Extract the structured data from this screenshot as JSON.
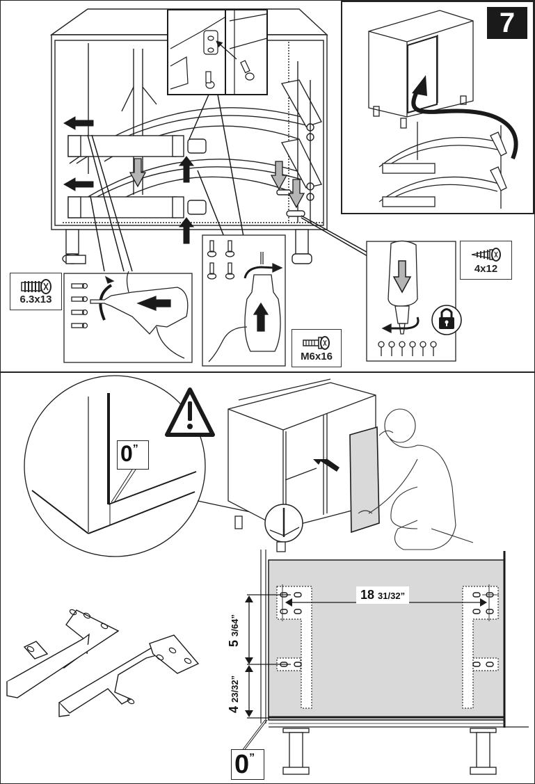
{
  "document": {
    "type": "assembly-instructions",
    "step_number": "7"
  },
  "panels": {
    "top": {
      "hardware": [
        {
          "name": "screw-6.3x13",
          "label": "6.3x13",
          "icon": "coarse-screw-icon"
        },
        {
          "name": "bolt-m6x16",
          "label": "M6x16",
          "icon": "machine-screw-icon"
        },
        {
          "name": "screw-4x12",
          "label": "4x12",
          "icon": "wood-screw-icon"
        }
      ],
      "callouts": {
        "drill_left": {
          "action": "drill horizontally",
          "screw_count": 4
        },
        "drill_middle": {
          "action": "drill upward",
          "screw_count": 4
        },
        "drill_right": {
          "action": "drill downward",
          "screw_count": 6,
          "lock_icon": "padlock-icon"
        }
      }
    },
    "bottom": {
      "warning_icon": "warning-triangle-icon",
      "gap_detail": {
        "value": "0",
        "unit": "”"
      },
      "gap_bottom": {
        "value": "0",
        "unit": "”"
      },
      "dimensions": {
        "horizontal": {
          "whole": "18",
          "fraction": "31/32”"
        },
        "upper_vertical": {
          "whole": "5",
          "fraction": "3/64”"
        },
        "lower_vertical": {
          "whole": "4",
          "fraction": "23/32”"
        }
      }
    }
  },
  "colors": {
    "ink": "#1a1a1a",
    "panel_fill": "#d9d9d9",
    "arrow_gray": "#b5b5b5",
    "badge_bg": "#1a1a1a",
    "badge_text": "#ffffff"
  }
}
